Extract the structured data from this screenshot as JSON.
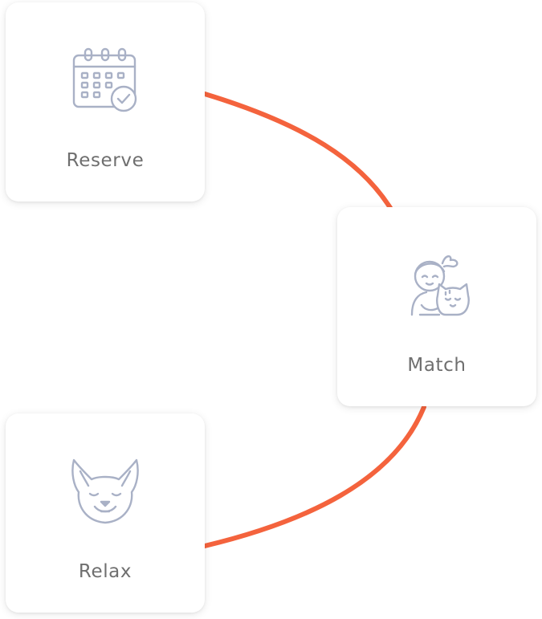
{
  "steps": [
    {
      "label": "Reserve",
      "icon": "calendar-check-icon"
    },
    {
      "label": "Match",
      "icon": "person-with-cat-icon"
    },
    {
      "label": "Relax",
      "icon": "relaxed-dog-icon"
    }
  ],
  "colors": {
    "connector": "#f4633d",
    "icon_stroke": "#a9b1c6",
    "label": "#6f6f6f",
    "card_background": "#ffffff"
  }
}
